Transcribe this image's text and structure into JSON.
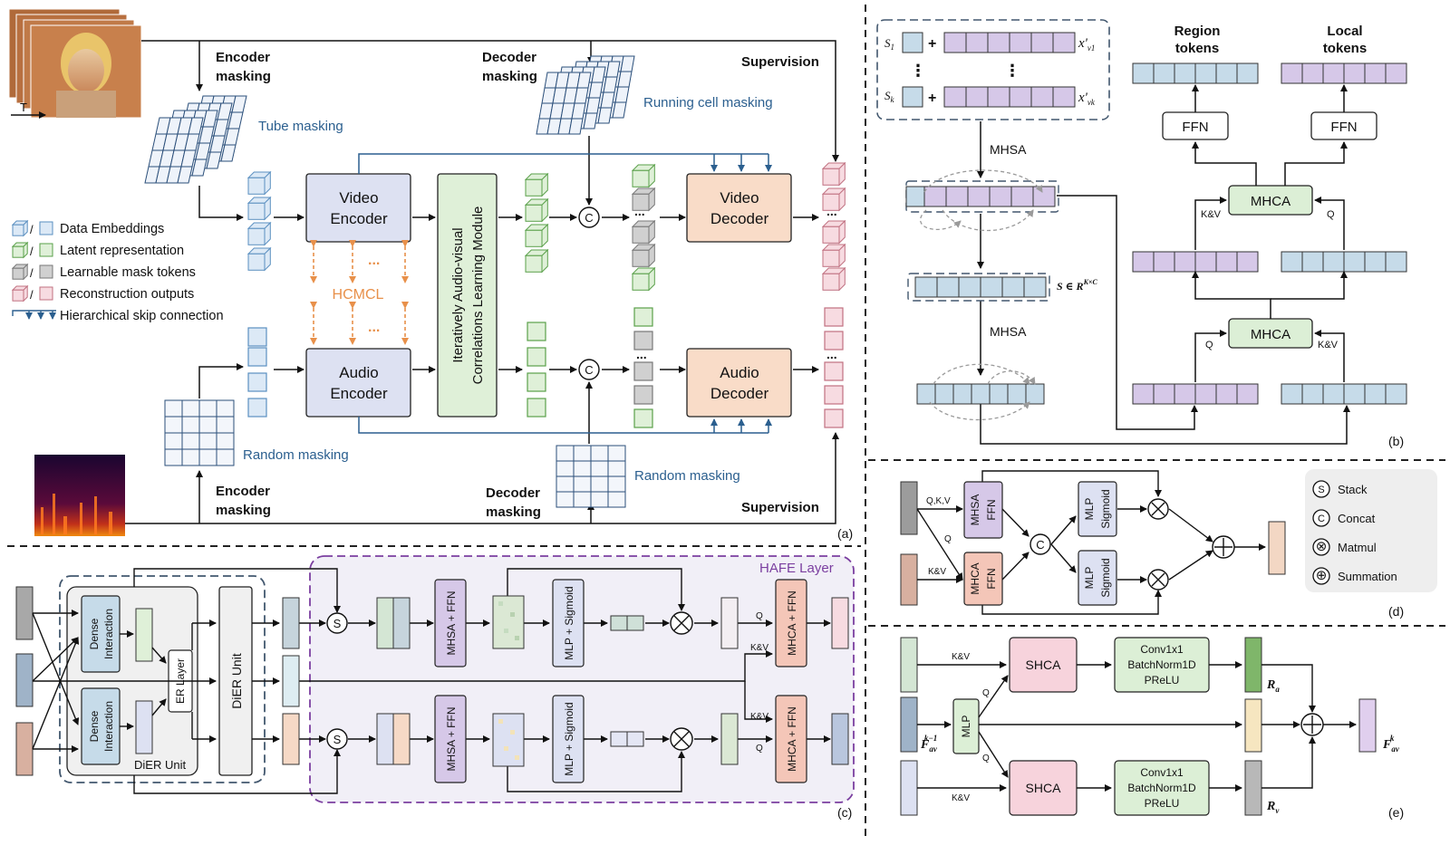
{
  "colors": {
    "encoder_fill": "#dde1f2",
    "decoder_fill": "#f9dcc8",
    "green_fill": "#dff0d8",
    "mhca_fill": "#dcefd6",
    "purple_token": "#d6c8e8",
    "blue_token": "#c6dbe9",
    "pink_box": "#f7d3dc",
    "peach_box": "#f4c6b8",
    "grey": "#c8c8c8",
    "hafe_bg": "#f1eff7",
    "hafe_border": "#7b3fa0",
    "dash_border": "#42576e",
    "arrow_orange": "#e8904a",
    "label_blue": "#2b5f8f"
  },
  "panel_a": {
    "panel_label": "(a)",
    "time_label": "T",
    "encoder_masking_top": [
      "Encoder",
      "masking"
    ],
    "decoder_masking_top": [
      "Decoder",
      "masking"
    ],
    "supervision_top": "Supervision",
    "tube_masking": "Tube masking",
    "running_cell_masking": "Running cell masking",
    "video_encoder": [
      "Video",
      "Encoder"
    ],
    "audio_encoder": [
      "Audio",
      "Encoder"
    ],
    "video_decoder": [
      "Video",
      "Decoder"
    ],
    "audio_decoder": [
      "Audio",
      "Decoder"
    ],
    "iacl_module": [
      "Iteratively Audio-visual",
      "Correlations Learning Module"
    ],
    "hcmcl": "HCMCL",
    "concat_symbol": "C",
    "ellipsis": "...",
    "random_masking_left": "Random masking",
    "random_masking_right": "Random masking",
    "encoder_masking_bottom": [
      "Encoder",
      "masking"
    ],
    "decoder_masking_bottom": [
      "Decoder",
      "masking"
    ],
    "supervision_bottom": "Supervision",
    "legend": [
      {
        "text": "Data Embeddings",
        "color": "#dce9f6",
        "border": "#5a8fc0"
      },
      {
        "text": "Latent representation",
        "color": "#dff0d8",
        "border": "#5aa04a"
      },
      {
        "text": "Learnable mask tokens",
        "color": "#d0d0d0",
        "border": "#777777"
      },
      {
        "text": "Reconstruction outputs",
        "color": "#f7dbe1",
        "border": "#c07080"
      }
    ],
    "legend_skip": "Hierarchical skip connection"
  },
  "panel_b": {
    "panel_label": "(b)",
    "s1": "S",
    "s1_sub": "1",
    "sk": "S",
    "sk_sub": "k",
    "plus": "+",
    "xv1": "x'",
    "xv1_sub": "v1",
    "xvk": "x'",
    "xvk_sub": "vk",
    "vdots": "⋮",
    "mhsa_top": "MHSA",
    "mhsa_bottom": "MHSA",
    "s_shape": "S ∈ R",
    "s_shape_sup": "K×C",
    "region_tokens": [
      "Region",
      "tokens"
    ],
    "local_tokens": [
      "Local",
      "tokens"
    ],
    "ffn_left": "FFN",
    "ffn_right": "FFN",
    "mhca_top": "MHCA",
    "mhca_bottom": "MHCA",
    "kv": "K&V",
    "q": "Q"
  },
  "panel_c": {
    "panel_label": "(c)",
    "hafe_layer": "HAFE Layer",
    "dense_interaction": [
      "Dense",
      "Interaction"
    ],
    "er_layer": "ER Layer",
    "dier_unit_inner": "DiER Unit",
    "dier_unit_box": "DiER Unit",
    "stack_symbol": "S",
    "mhsa_ffn": "MHSA + FFN",
    "mlp_sigmoid": "MLP + Sigmoid",
    "mhca_ffn": "MHCA + FFN",
    "q": "Q",
    "kv": "K&V"
  },
  "panel_d": {
    "panel_label": "(d)",
    "qkv": "Q,K,V",
    "q": "Q",
    "kv": "K&V",
    "mhsa_ffn": [
      "MHSA",
      "FFN"
    ],
    "mhca_ffn": [
      "MHCA",
      "FFN"
    ],
    "mlp_sigmoid": [
      "MLP",
      "Sigmoid"
    ],
    "concat_symbol": "C",
    "legend": [
      {
        "symbol": "S",
        "text": "Stack"
      },
      {
        "symbol": "C",
        "text": "Concat"
      },
      {
        "symbol": "⊗",
        "text": "Matmul"
      },
      {
        "symbol": "⊕",
        "text": "Summation"
      }
    ]
  },
  "panel_e": {
    "panel_label": "(e)",
    "shca": "SHCA",
    "conv_block": [
      "Conv1x1",
      "BatchNorm1D",
      "PReLU"
    ],
    "mlp": "MLP",
    "kv": "K&V",
    "q": "Q",
    "f_in": "F",
    "f_in_sub": "av",
    "f_in_sup": "k−1",
    "f_out": "F",
    "f_out_sub": "av",
    "f_out_sup": "k",
    "ra": "R",
    "ra_sub": "a",
    "rv": "R",
    "rv_sub": "v"
  }
}
